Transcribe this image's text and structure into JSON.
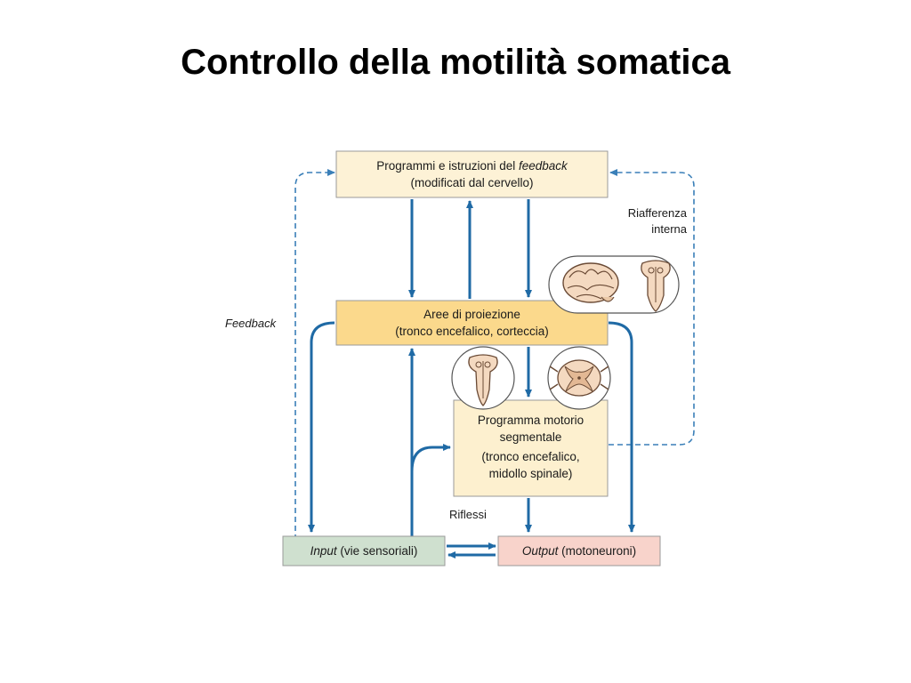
{
  "title": "Controllo della motilità somatica",
  "colors": {
    "arrow": "#1f6aa5",
    "dashed": "#3a7fb8",
    "box_top": "#fdf2d6",
    "box_proj": "#fbd98c",
    "box_seg": "#fdf0cf",
    "box_input": "#cfe0cf",
    "box_output": "#f8d3cb"
  },
  "boxes": {
    "top": {
      "line1_a": "Programmi e istruzioni del ",
      "line1_b": "feedback",
      "line2": "(modificati dal cervello)"
    },
    "projection": {
      "line1": "Aree di proiezione",
      "line2": "(tronco encefalico, corteccia)"
    },
    "segmental": {
      "line1": "Programma motorio",
      "line2": "segmentale",
      "line3": "(tronco encefalico,",
      "line4": "midollo spinale)"
    },
    "input": {
      "italic": "Input",
      "rest": " (vie sensoriali)"
    },
    "output": {
      "italic": "Output",
      "rest": " (motoneuroni)"
    }
  },
  "labels": {
    "feedback": "Feedback",
    "riafferenza_1": "Riafferenza",
    "riafferenza_2": "interna",
    "riflessi": "Riflessi"
  },
  "icons": [
    "brain-icon",
    "brainstem-icon",
    "brainstem-icon",
    "spinal-cord-section-icon"
  ]
}
